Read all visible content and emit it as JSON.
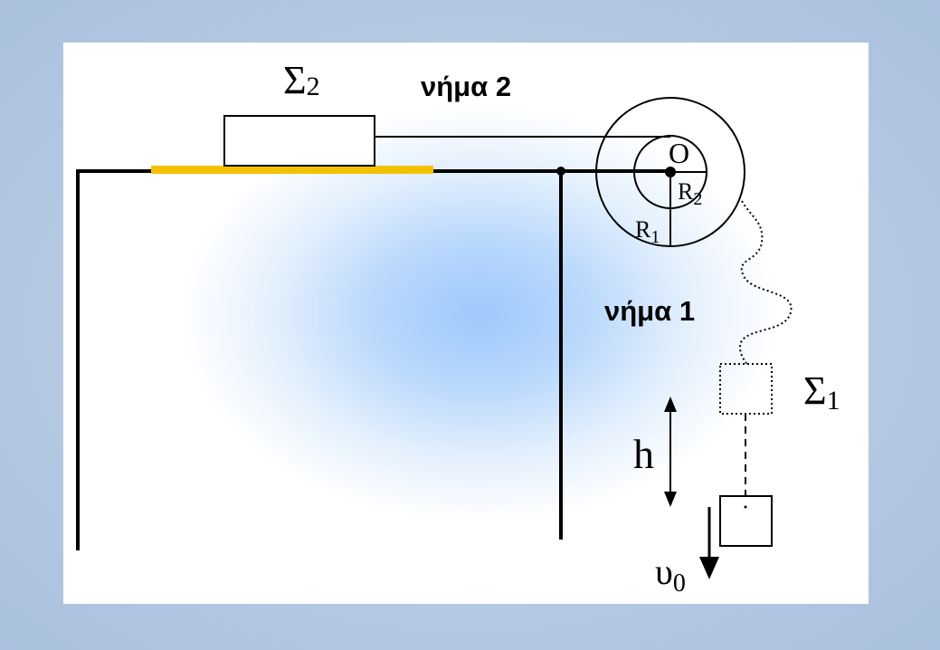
{
  "labels": {
    "sigma2": "Σ",
    "sigma2_sub": "2",
    "sigma1": "Σ",
    "sigma1_sub": "1",
    "thread2": "νήμα 2",
    "thread1": "νήμα 1",
    "center": "O",
    "r2": "R",
    "r2_sub": "2",
    "r1": "R",
    "r1_sub": "1",
    "height": "h",
    "velocity": "υ",
    "velocity_sub": "0"
  },
  "colors": {
    "background": "#b5c9e2",
    "panel": "#ffffff",
    "line": "#000000",
    "friction_strip": "#f2c200",
    "glow": "#9fc9fb"
  }
}
